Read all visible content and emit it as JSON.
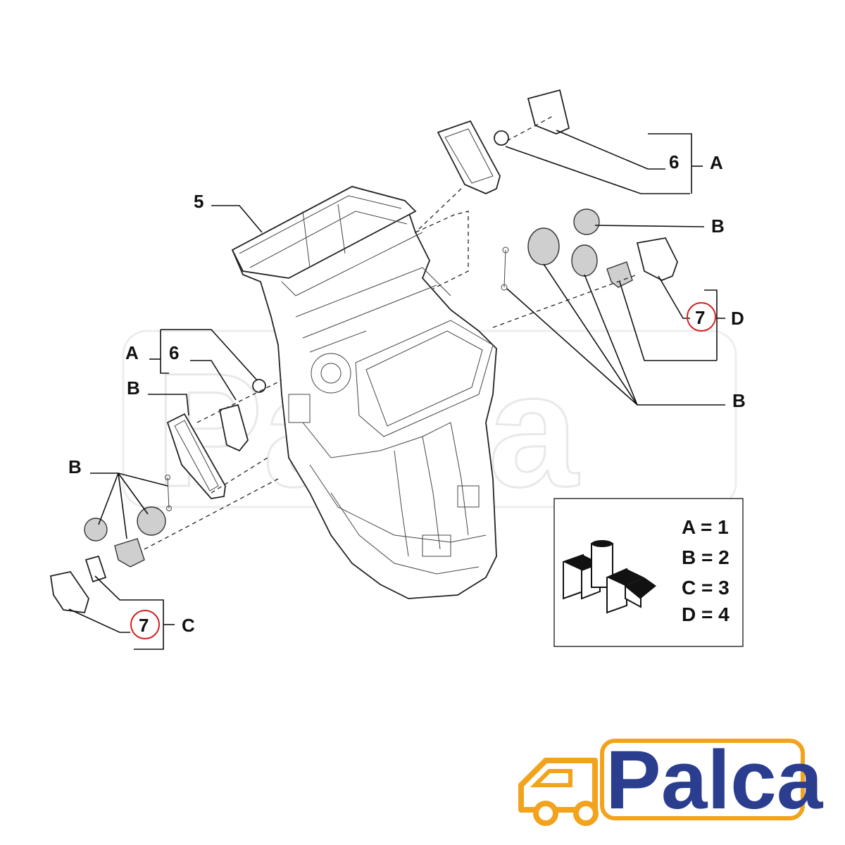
{
  "watermark": {
    "text": "Palca"
  },
  "callouts": {
    "part_5": "5",
    "part_6_right": "6",
    "group_a_right": "A",
    "group_b_right_top": "B",
    "part_7_right": "7",
    "group_d_right": "D",
    "group_b_right_bottom": "B",
    "group_a_left": "A",
    "part_6_left": "6",
    "group_b_left_top": "B",
    "group_b_left_mid": "B",
    "part_7_left": "7",
    "group_c_left": "C"
  },
  "legend": {
    "rows": [
      "A = 1",
      "B = 2",
      "C = 3",
      "D = 4"
    ],
    "icon": "fiat-parts-box-icon"
  },
  "logo": {
    "text": "Palca",
    "icon": "delivery-truck-icon"
  },
  "colors": {
    "highlight_circle": "#d42020",
    "logo_blue": "#2a3d8f",
    "logo_orange": "#f2a21b"
  }
}
